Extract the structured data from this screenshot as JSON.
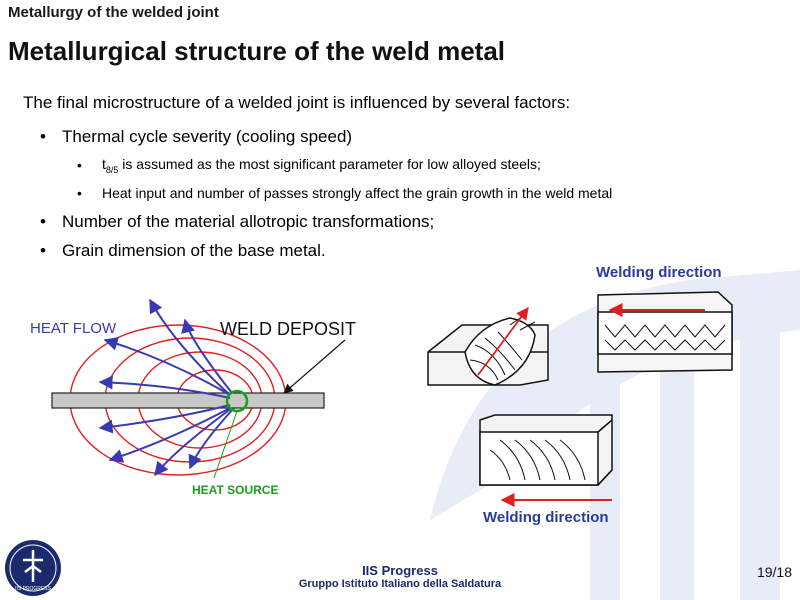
{
  "header": {
    "section_title": "Metallurgy  of the welded joint"
  },
  "slide": {
    "title": "Metallurgical structure of the weld metal",
    "intro": "The final microstructure of a welded joint is influenced by several factors:",
    "bullet1": "Thermal cycle severity (cooling speed)",
    "sub1_t": "t",
    "sub1_sub": "8/5",
    "sub1_rest": " is assumed as the most significant parameter for low alloyed steels;",
    "sub2": "Heat input and number  of passes strongly affect the grain growth in the weld metal",
    "bullet2": "Number of the material allotropic transformations;",
    "bullet3": "Grain dimension of the base metal.",
    "bullet_char": "•"
  },
  "diagram": {
    "heat_flow": "HEAT  FLOW",
    "weld_deposit": "WELD DEPOSIT",
    "heat_source": "HEAT SOURCE",
    "welding_direction_top": "Welding direction",
    "welding_direction_bottom": "Welding direction"
  },
  "footer": {
    "org": "IIS Progress",
    "group": "Gruppo  Istituto  Italiano della Saldatura",
    "logo_text": "IIS PROGRESS",
    "page": "19/18"
  },
  "colors": {
    "heat_flow": "#3a3ab0",
    "isotherm": "#e02020",
    "heat_source": "#18a018",
    "direction": "#2b3aa0",
    "arrow_red": "#e02020",
    "footer": "#1a2a6c"
  }
}
